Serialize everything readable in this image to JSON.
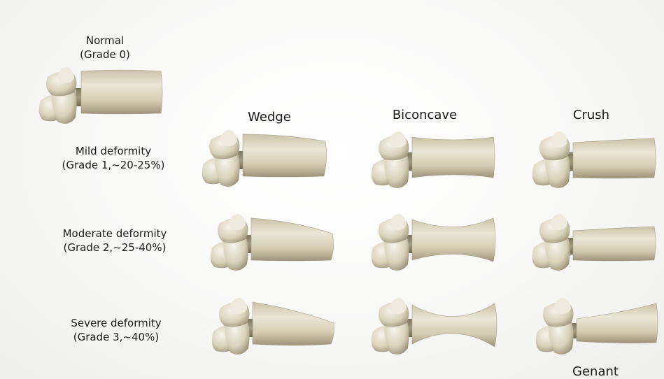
{
  "normal": {
    "line1": "Normal",
    "line2": "(Grade 0)"
  },
  "columns": [
    "Wedge",
    "Biconcave",
    "Crush"
  ],
  "rows": [
    {
      "line1": "Mild deformity",
      "line2": "(Grade 1,~20-25%)"
    },
    {
      "line1": "Moderate deformity",
      "line2": "(Grade 2,~25-40%)"
    },
    {
      "line1": "Severe deformity",
      "line2": "(Grade 3,~40%)"
    }
  ],
  "footer": "Genant",
  "colors": {
    "bone": "#d6d0b8",
    "bone_shadow": "#8b8268",
    "bone_highlight": "#f4f1e6"
  }
}
